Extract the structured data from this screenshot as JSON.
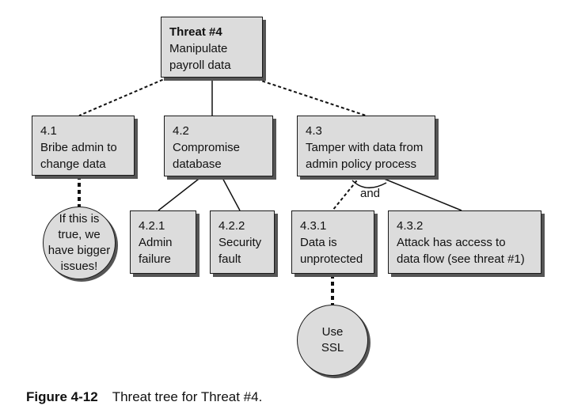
{
  "root": {
    "title": "Threat #4",
    "line1": "Manipulate",
    "line2": "payroll data"
  },
  "n41": {
    "id": "4.1",
    "line1": "Bribe admin to",
    "line2": "change data"
  },
  "n42": {
    "id": "4.2",
    "line1": "Compromise",
    "line2": "database"
  },
  "n43": {
    "id": "4.3",
    "line1": "Tamper with data from",
    "line2": "admin policy process"
  },
  "n421": {
    "id": "4.2.1",
    "line1": "Admin",
    "line2": "failure"
  },
  "n422": {
    "id": "4.2.2",
    "line1": "Security",
    "line2": "fault"
  },
  "n431": {
    "id": "4.3.1",
    "line1": "Data is",
    "line2": "unprotected"
  },
  "n432": {
    "id": "4.3.2",
    "line1": "Attack has access to",
    "line2": "data flow (see threat #1)"
  },
  "mitigation41": {
    "line1": "If this is",
    "line2": "true, we",
    "line3": "have bigger",
    "line4": "issues!"
  },
  "mitigation431": {
    "line1": "Use",
    "line2": "SSL"
  },
  "and_label": "and",
  "caption": {
    "figure": "Figure 4-12",
    "text": "Threat tree for Threat #4."
  }
}
